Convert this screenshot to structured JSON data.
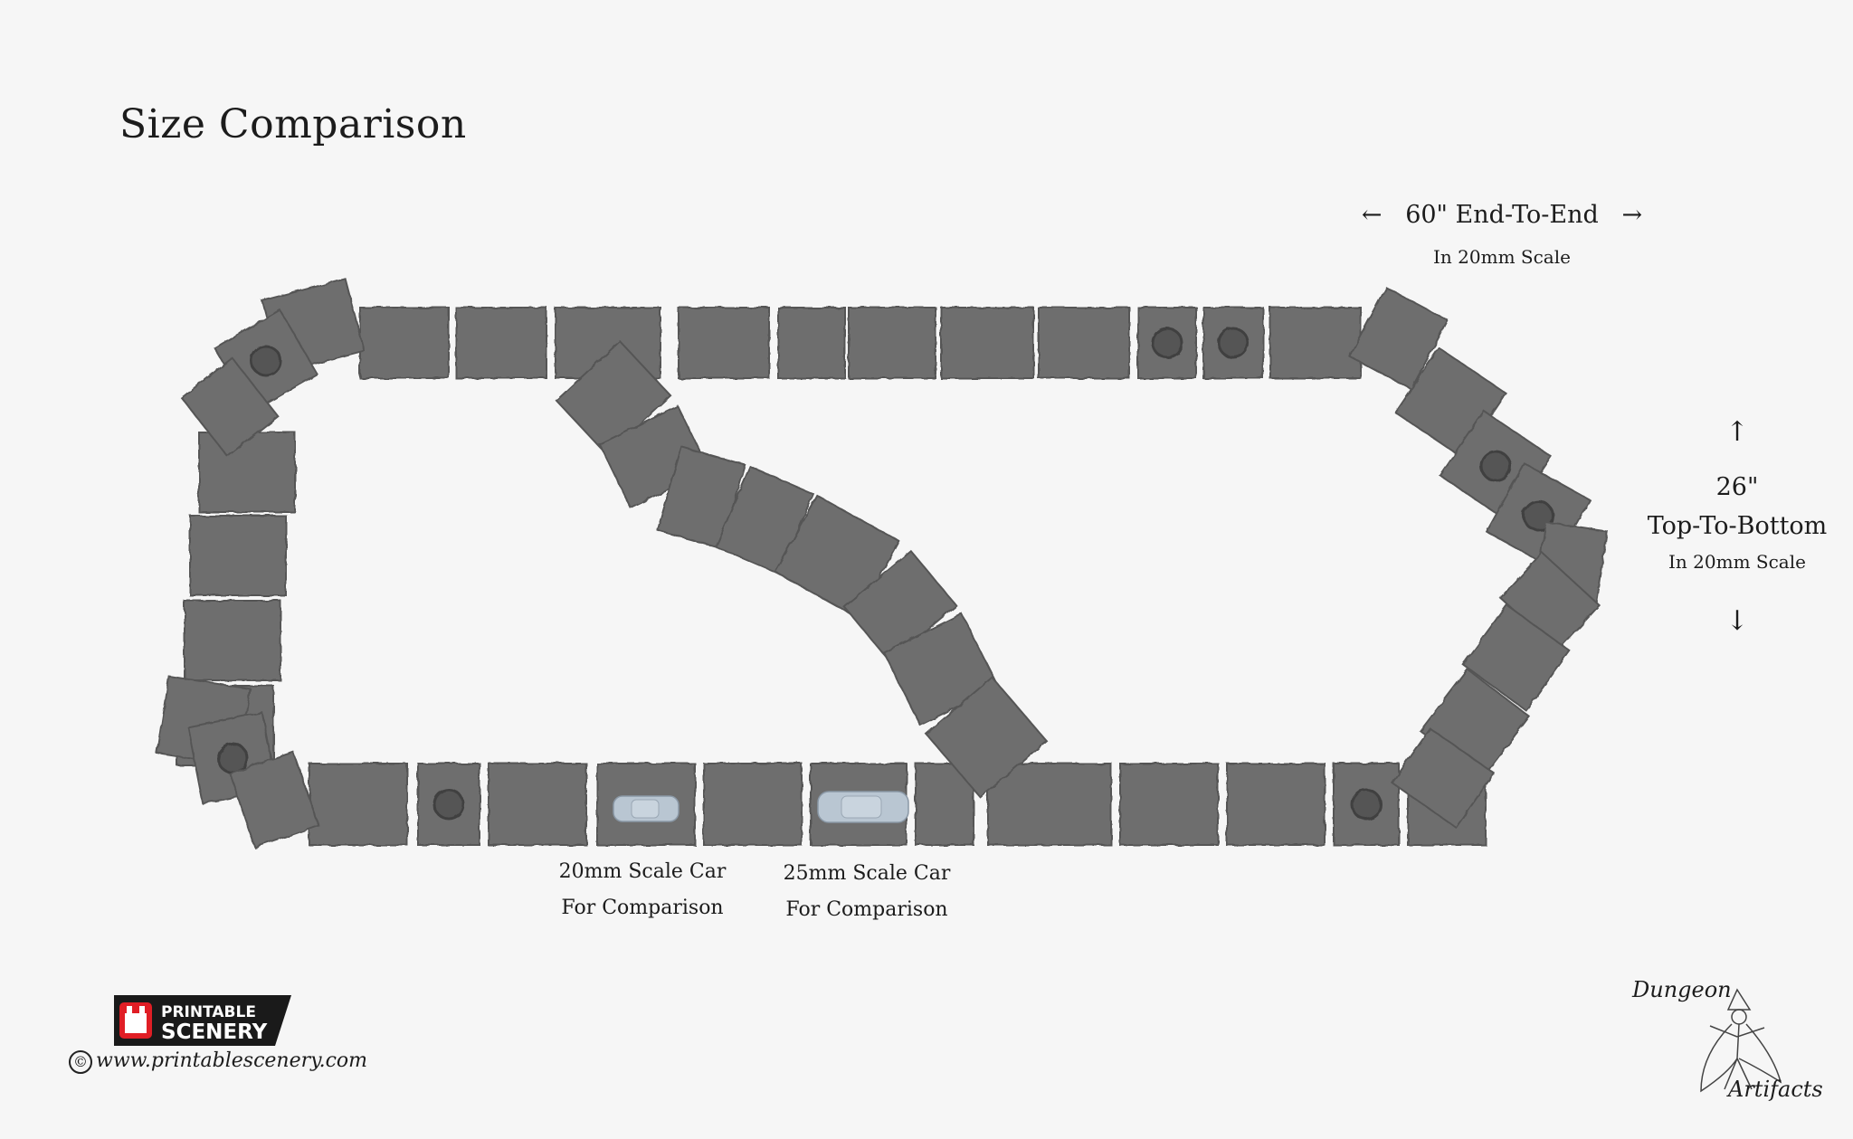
{
  "title": "Size Comparison",
  "dimensions": {
    "width_arrow_left": "←",
    "width_label": "60\" End-To-End",
    "width_arrow_right": "→",
    "width_scale": "In 20mm Scale",
    "height_arrow_up": "↑",
    "height_value": "26\"",
    "height_label": "Top-To-Bottom",
    "height_scale": "In 20mm Scale",
    "height_arrow_down": "↓"
  },
  "cars": {
    "car20_line1": "20mm Scale Car",
    "car20_line2": "For Comparison",
    "car25_line1": "25mm Scale Car",
    "car25_line2": "For Comparison"
  },
  "branding": {
    "logo_line1": "PRINTABLE",
    "logo_line2": "SCENERY",
    "copyright_symbol": "©",
    "website": "www.printablescenery.com",
    "da_word1": "Dungeon",
    "da_word2": "Artifacts"
  },
  "colors": {
    "background": "#f6f6f6",
    "tile": "#6e6e6e",
    "tile_edge": "#555555",
    "car": "#b9c6d2",
    "logo_bg": "#1a1a1a",
    "logo_accent": "#e01e25"
  }
}
